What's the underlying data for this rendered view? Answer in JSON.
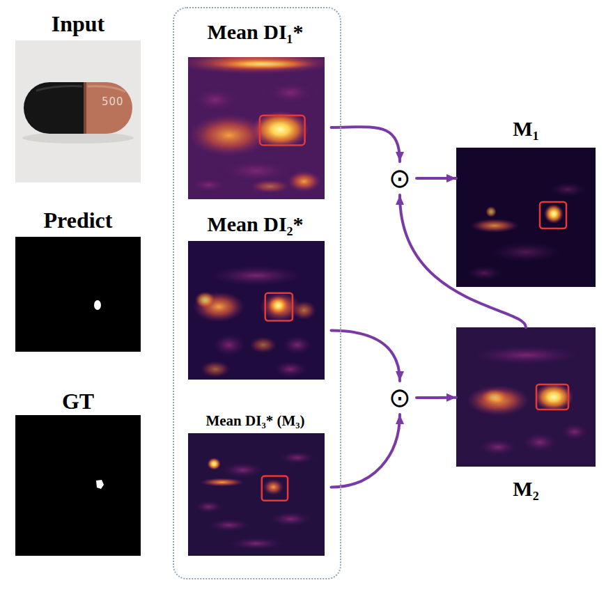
{
  "diagram": {
    "nodes": [
      {
        "text": [
          "Input"
        ]
      },
      {
        "text": [
          "Predict"
        ]
      },
      {
        "text": [
          "GT"
        ]
      },
      {
        "text": []
      },
      {
        "text": [
          "Mean DI₁*"
        ],
        "in": 3
      },
      {
        "text": [
          "Mean DI₂*"
        ],
        "in": 3
      },
      {
        "text": [
          "Mean DI₃* (M₃)"
        ],
        "in": 3
      },
      {
        "text": [
          "⊙"
        ]
      },
      {
        "text": [
          "⊙"
        ]
      },
      {
        "text": [
          "M₁"
        ]
      },
      {
        "text": [
          "M₂"
        ]
      }
    ],
    "edges": [
      {
        "from": 4,
        "to": 7,
        "arrow": "to"
      },
      {
        "from": 7,
        "to": 9,
        "arrow": "to"
      },
      {
        "from": 10,
        "to": 7,
        "arrow": "to"
      },
      {
        "from": 5,
        "to": 8,
        "arrow": "to"
      },
      {
        "from": 6,
        "to": 8,
        "arrow": "to"
      },
      {
        "from": 8,
        "to": 10,
        "arrow": "to"
      }
    ],
    "labels": [
      "500"
    ]
  }
}
